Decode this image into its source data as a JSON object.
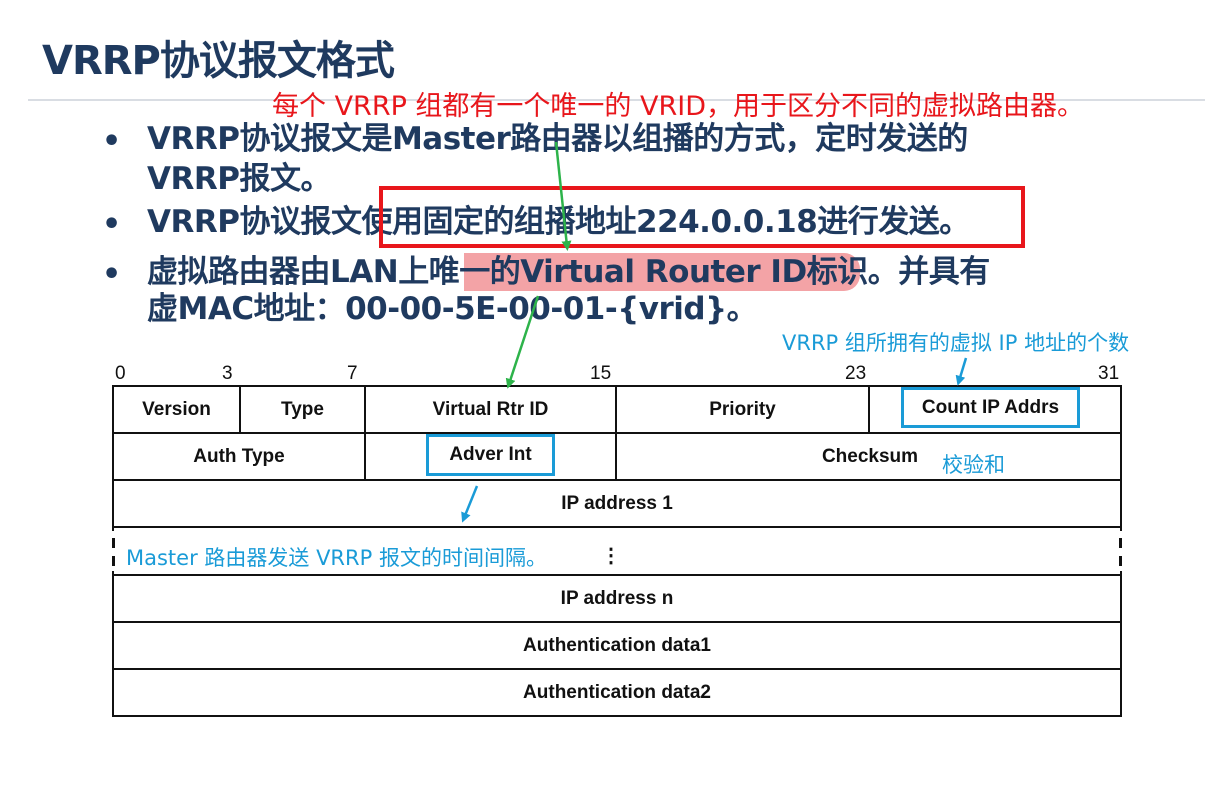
{
  "slide": {
    "title": "VRRP协议报文格式"
  },
  "annotations": {
    "vrid_note": "每个 VRRP 组都有一个唯一的 VRID，用于区分不同的虚拟路由器。",
    "count_ip_note": "VRRP 组所拥有的虚拟 IP 地址的个数",
    "checksum_note": "校验和",
    "adver_note": "Master 路由器发送 VRRP 报文的时间间隔。"
  },
  "bullets": [
    {
      "lines": [
        "VRRP协议报文是Master路由器以组播的方式，定时发送的",
        "VRRP报文。"
      ]
    },
    {
      "lines": [
        "VRRP协议报文使用固定的组播地址224.0.0.18进行发送。"
      ]
    },
    {
      "lines": [
        "虚拟路由器由LAN上唯一的Virtual Router ID标识。并具有",
        "虚MAC地址：00-00-5E-00-01-{vrid}。"
      ]
    }
  ],
  "ruler": {
    "ticks": [
      "0",
      "3",
      "7",
      "15",
      "23",
      "31"
    ]
  },
  "packet": {
    "row1": [
      "Version",
      "Type",
      "Virtual Rtr ID",
      "Priority",
      "Count IP Addrs"
    ],
    "row2": [
      "Auth Type",
      "Adver Int",
      "Checksum"
    ],
    "ip_address_1": "IP address 1",
    "ellipsis": "⋮",
    "ip_address_n": "IP address n",
    "auth_data_1": "Authentication data1",
    "auth_data_2": "Authentication data2"
  },
  "colors": {
    "title": "#1f3a5f",
    "red": "#e8161b",
    "blue": "#1a9bd7",
    "green": "#2db34a",
    "highlight": "#f3a3a6"
  }
}
